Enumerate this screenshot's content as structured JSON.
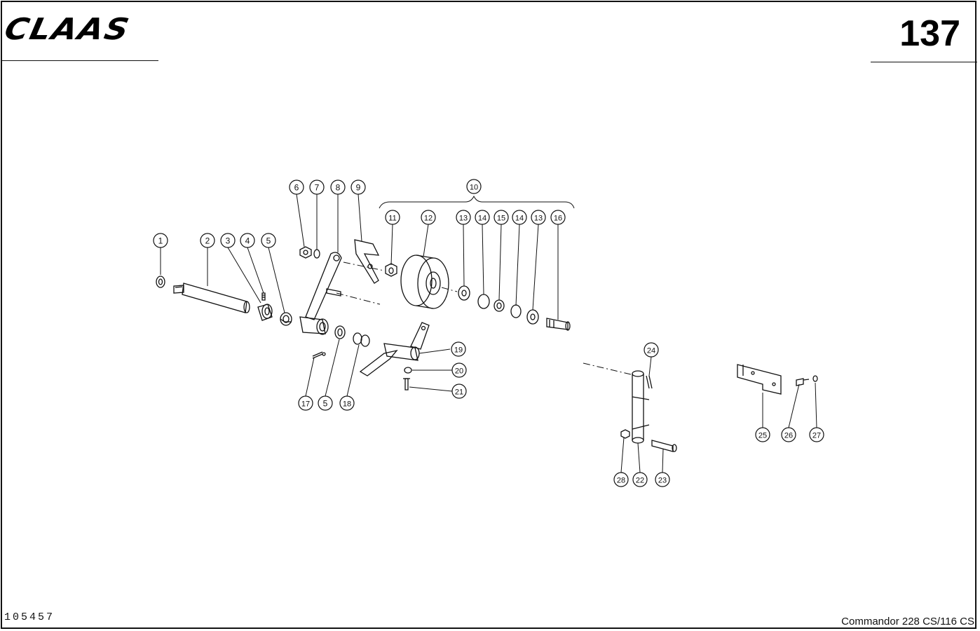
{
  "header": {
    "brand": "CLAAS",
    "page_number": "137"
  },
  "footer": {
    "document_number": "105457",
    "model": "Commandor  228 CS/116 CS"
  },
  "callouts": [
    "1",
    "2",
    "3",
    "4",
    "5",
    "6",
    "7",
    "8",
    "9",
    "10",
    "11",
    "12",
    "13",
    "14",
    "15",
    "14",
    "13",
    "16",
    "17",
    "5",
    "18",
    "19",
    "20",
    "21",
    "22",
    "23",
    "24",
    "25",
    "26",
    "27",
    "28"
  ]
}
